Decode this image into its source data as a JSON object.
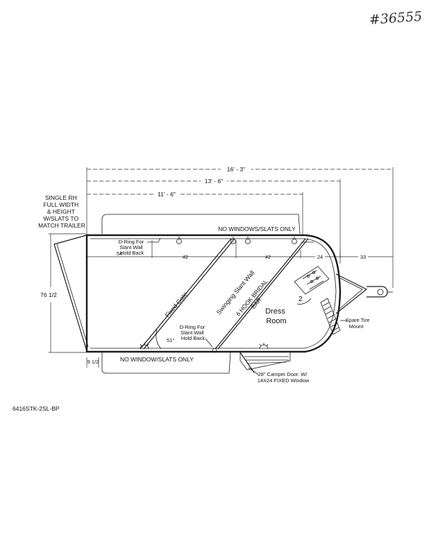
{
  "handwritten_id": "#36555",
  "dimensions": {
    "overall_length": "16' - 3\"",
    "body_length": "13' - 6\"",
    "floor_length": "11' - 6\"",
    "height": "76 1/2",
    "width_offset": "9 1/2",
    "seg_54": "54",
    "seg_42a": "42",
    "seg_42b": "42",
    "seg_24": "24",
    "seg_33": "33"
  },
  "labels": {
    "rear_door": [
      "SINGLE RH",
      "FULL WIDTH",
      "& HEIGHT",
      "W/SLATS TO",
      "MATCH TRAILER"
    ],
    "top_windows": "NO WINDOWS/SLATS ONLY",
    "bottom_window": "NO WINDOW/SLATS ONLY",
    "dring_top": [
      "D-Ring For",
      "Slant Wall",
      "Hold Back"
    ],
    "dring_bottom": [
      "D-Ring For",
      "Slant Wall",
      "Hold Back"
    ],
    "fixed_gate": "Fixed Gate",
    "swinging_wall": "Swinging Slant Wall",
    "bridal_bar": [
      "6 HOOK BRIDAL",
      "BAR"
    ],
    "dress_room": [
      "Dress",
      "Room"
    ],
    "spare_tire": [
      "Spare Tire",
      "Mount"
    ],
    "camper_door": [
      "28\" Camper Door. W/",
      "14X24 FIXED Window"
    ],
    "angle": "51°",
    "hitch_number": "2"
  },
  "model_code": "6416STK-2SL-BP"
}
